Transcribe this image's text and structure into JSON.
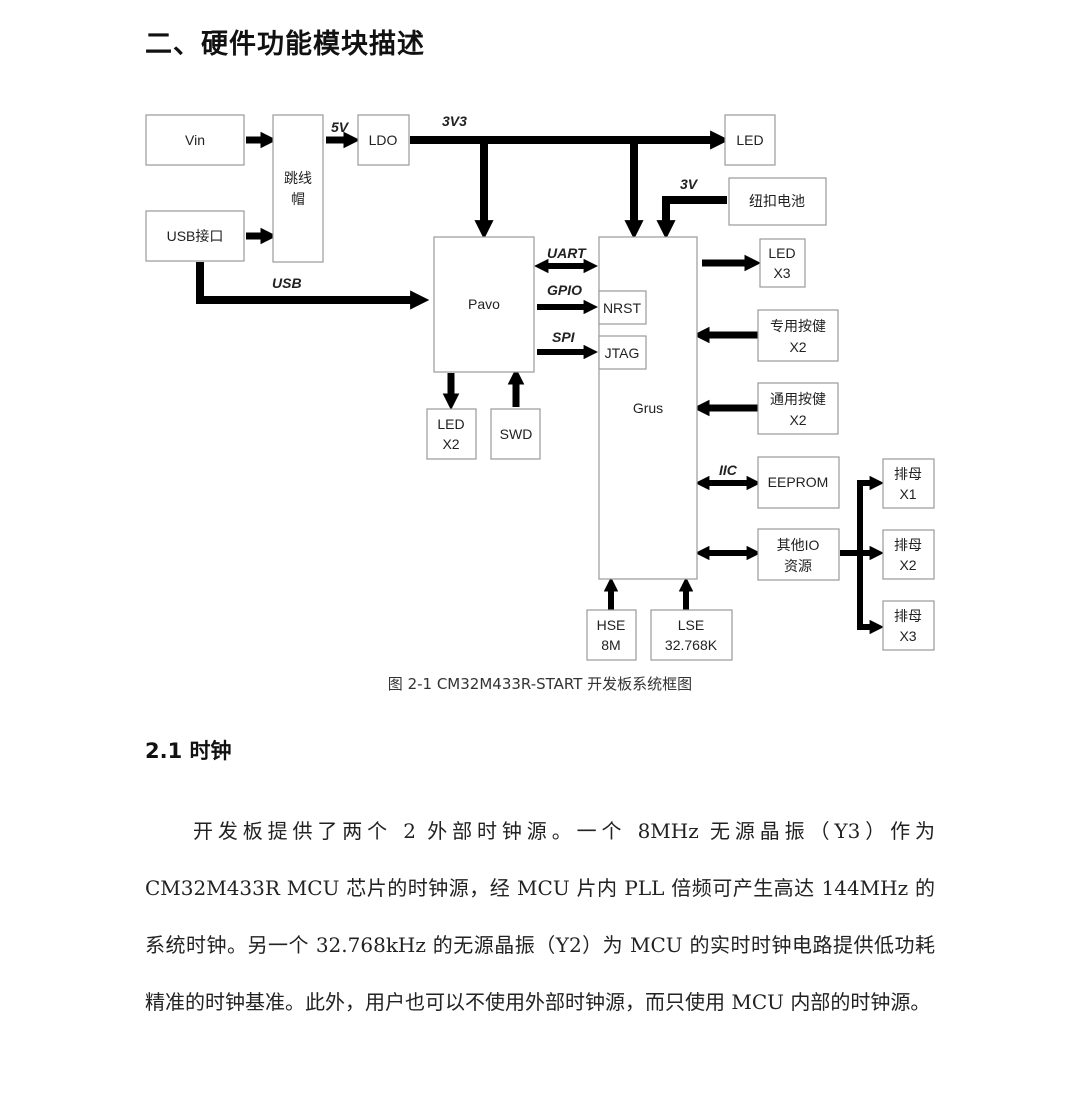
{
  "heading": "二、硬件功能模块描述",
  "diagram": {
    "boxes": {
      "vin": "Vin",
      "usb_port": "USB接口",
      "jumper_line1": "跳线",
      "jumper_line2": "帽",
      "ldo": "LDO",
      "led_top": "LED",
      "coin_battery": "纽扣电池",
      "pavo": "Pavo",
      "grus": "Grus",
      "nrst": "NRST",
      "jtag": "JTAG",
      "led_pavo_line1": "LED",
      "led_pavo_line2": "X2",
      "swd": "SWD",
      "led_grus_line1": "LED",
      "led_grus_line2": "X3",
      "dedicated_keys_line1": "专用按健",
      "dedicated_keys_line2": "X2",
      "general_keys_line1": "通用按健",
      "general_keys_line2": "X2",
      "eeprom": "EEPROM",
      "other_io_line1": "其他IO",
      "other_io_line2": "资源",
      "hse_line1": "HSE",
      "hse_line2": "8M",
      "lse_line1": "LSE",
      "lse_line2": "32.768K",
      "header1_line1": "排母",
      "header1_line2": "X1",
      "header2_line1": "排母",
      "header2_line2": "X2",
      "header3_line1": "排母",
      "header3_line2": "X3"
    },
    "signals": {
      "v5": "5V",
      "v3v3": "3V3",
      "v3": "3V",
      "usb": "USB",
      "uart": "UART",
      "gpio": "GPIO",
      "spi": "SPI",
      "iic": "IIC"
    }
  },
  "caption": "图 2-1 CM32M433R-START 开发板系统框图",
  "subheading": "2.1 时钟",
  "paragraph": "开发板提供了两个 2 外部时钟源。一个 8MHz 无源晶振（Y3）作为 CM32M433R MCU 芯片的时钟源，经 MCU 片内 PLL 倍频可产生高达 144MHz 的系统时钟。另一个 32.768kHz 的无源晶振（Y2）为 MCU 的实时时钟电路提供低功耗精准的时钟基准。此外，用户也可以不使用外部时钟源，而只使用 MCU 内部的时钟源。"
}
